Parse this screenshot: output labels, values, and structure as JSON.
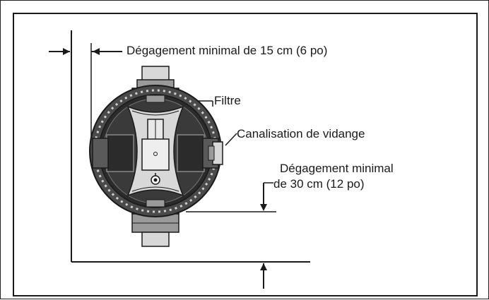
{
  "labels": {
    "clearance_side": "Dégagement minimal de 15 cm (6 po)",
    "filter": "Filtre",
    "drain": "Canalisation de vidange",
    "clearance_bottom_line1": "Dégagement minimal",
    "clearance_bottom_line2": "de 30 cm (12 po)"
  },
  "colors": {
    "line": "#1a1a1a",
    "body_dark": "#2b2b2b",
    "body_mid": "#5a5a5a",
    "body_light": "#9a9a9a",
    "pipe_light": "#d8d8d8"
  }
}
